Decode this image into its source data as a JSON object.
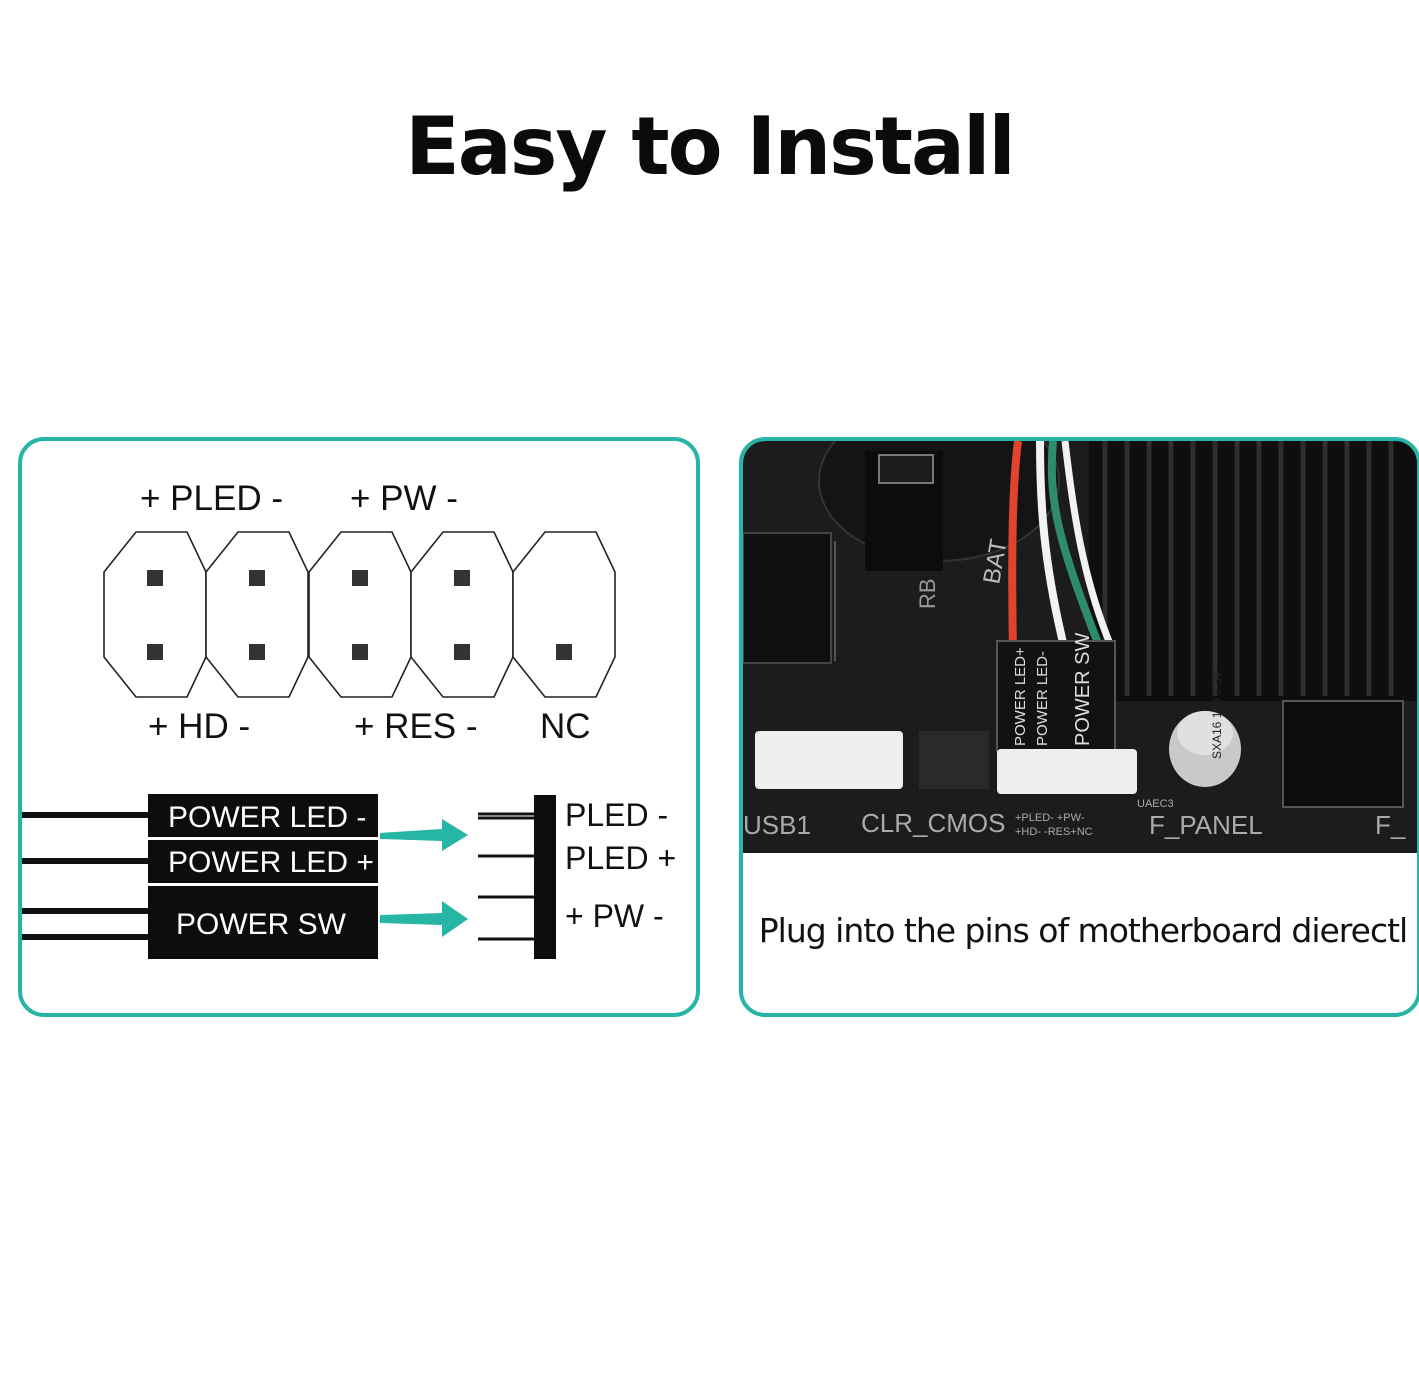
{
  "title": "Easy to Install",
  "left_panel": {
    "top_labels": [
      "+ PLED -",
      "+ PW -"
    ],
    "bottom_labels": [
      "+ HD -",
      "+ RES -",
      "NC"
    ],
    "connectors": [
      "POWER  LED -",
      "POWER  LED +",
      "POWER  SW"
    ],
    "header_labels": [
      "PLED  -",
      "PLED +",
      "+ PW -"
    ]
  },
  "right_panel": {
    "board_labels": {
      "usb": "USB1",
      "clr": "CLR_CMOS",
      "fpanel": "F_PANEL",
      "bat": "BAT",
      "rb": "RB",
      "uaec": "UAEC3",
      "f_partial": "F_",
      "pled_pw": "+PLED- +PW-",
      "hd_res": "+HD- -RES+NC",
      "plug_labels": [
        "POWER LED+",
        "POWER LED-",
        "POWER SW"
      ],
      "cap": "SXA16 100 6.3V"
    },
    "caption": "Plug into the pins of motherboard dierectl"
  },
  "colors": {
    "accent": "#27b5a6",
    "board": "#1c1c1c"
  }
}
